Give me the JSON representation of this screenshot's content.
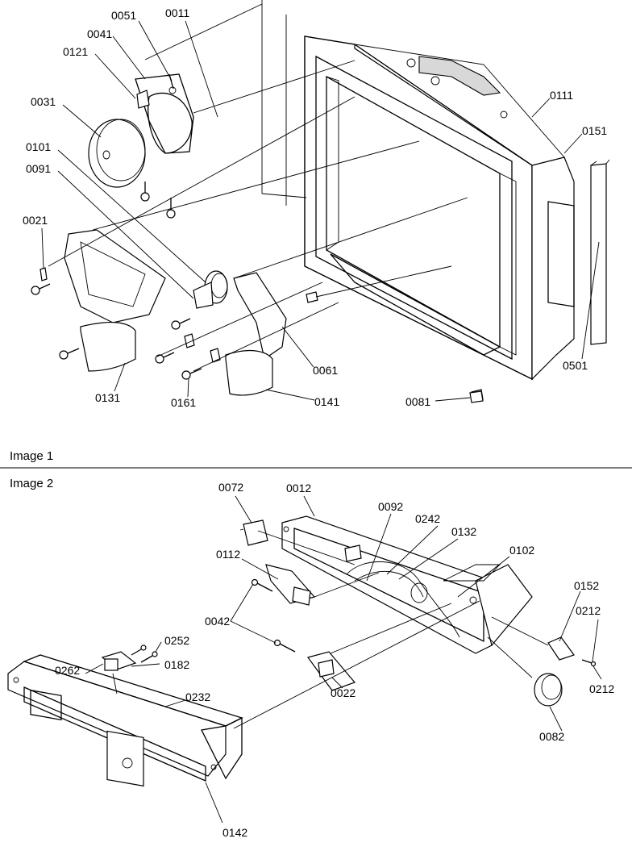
{
  "captions": {
    "image1": "Image 1",
    "image2": "Image 2"
  },
  "image1": {
    "labels": {
      "p0051": "0051",
      "p0011": "0011",
      "p0041": "0041",
      "p0121": "0121",
      "p0031": "0031",
      "p0111": "0111",
      "p0151": "0151",
      "p0101": "0101",
      "p0091": "0091",
      "p0021": "0021",
      "p0501": "0501",
      "p0061": "0061",
      "p0131": "0131",
      "p0161": "0161",
      "p0141": "0141",
      "p0081": "0081"
    }
  },
  "image2": {
    "labels": {
      "p0072": "0072",
      "p0012": "0012",
      "p0092": "0092",
      "p0242": "0242",
      "p0132": "0132",
      "p0102": "0102",
      "p0112": "0112",
      "p0152": "0152",
      "p0212a": "0212",
      "p0042": "0042",
      "p0252": "0252",
      "p0262": "0262",
      "p0182": "0182",
      "p0022": "0022",
      "p0212b": "0212",
      "p0232": "0232",
      "p0082": "0082",
      "p0142": "0142"
    }
  }
}
